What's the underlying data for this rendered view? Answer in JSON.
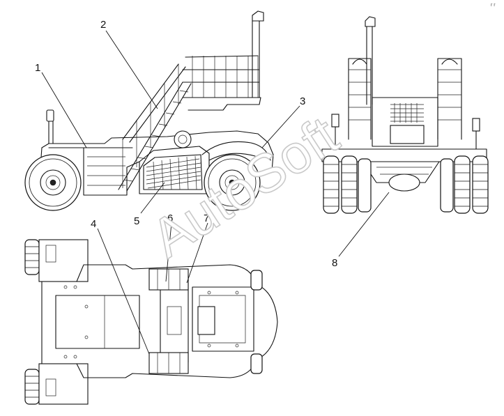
{
  "watermark": "AutoSoft",
  "corner_mark": "r r",
  "callouts": [
    {
      "id": "1",
      "label": "1"
    },
    {
      "id": "2",
      "label": "2"
    },
    {
      "id": "3",
      "label": "3"
    },
    {
      "id": "4",
      "label": "4"
    },
    {
      "id": "5",
      "label": "5"
    },
    {
      "id": "6",
      "label": "6"
    },
    {
      "id": "7",
      "label": "7"
    },
    {
      "id": "8",
      "label": "8"
    }
  ]
}
